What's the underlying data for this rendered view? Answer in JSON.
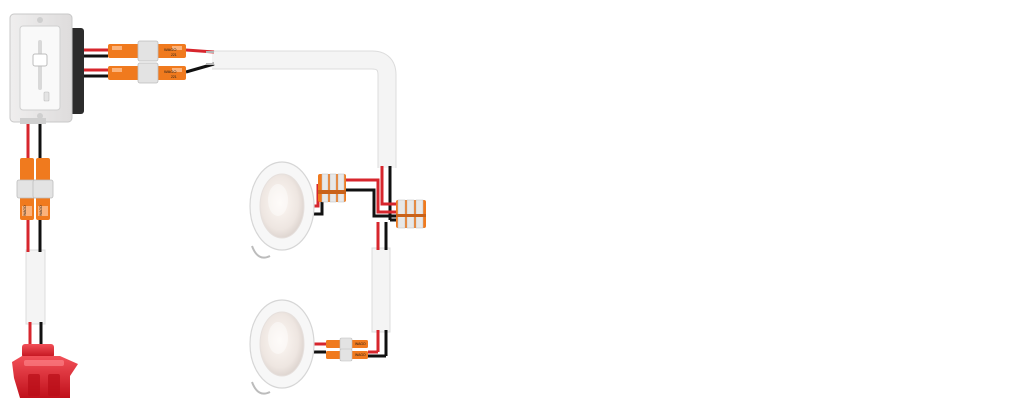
{
  "diagram": {
    "title": "12V dimmer switch wiring to two LED puck lights with fuse and lever connectors",
    "colors": {
      "background": "#ffffff",
      "wire_positive": "#d7262d",
      "wire_negative": "#111111",
      "sheath": "#f2f2f2",
      "connector_orange": "#f07a1e",
      "fuse": "#e3202b",
      "light_ring": "#f7f7f7"
    },
    "connectors": [
      {
        "brand": "WAGO",
        "model": "221"
      },
      {
        "brand": "WAGO",
        "model": "221"
      },
      {
        "brand": "WAGO",
        "model": "221"
      },
      {
        "brand": "WAGO",
        "model": "221"
      },
      {
        "brand": "WAGO",
        "model": "221"
      },
      {
        "brand": "WAGO",
        "model": "221"
      }
    ],
    "components": {
      "dimmer": "dimmer-switch",
      "fuse": "blade-fuse",
      "lights": [
        "led-puck-light-1",
        "led-puck-light-2"
      ]
    }
  }
}
